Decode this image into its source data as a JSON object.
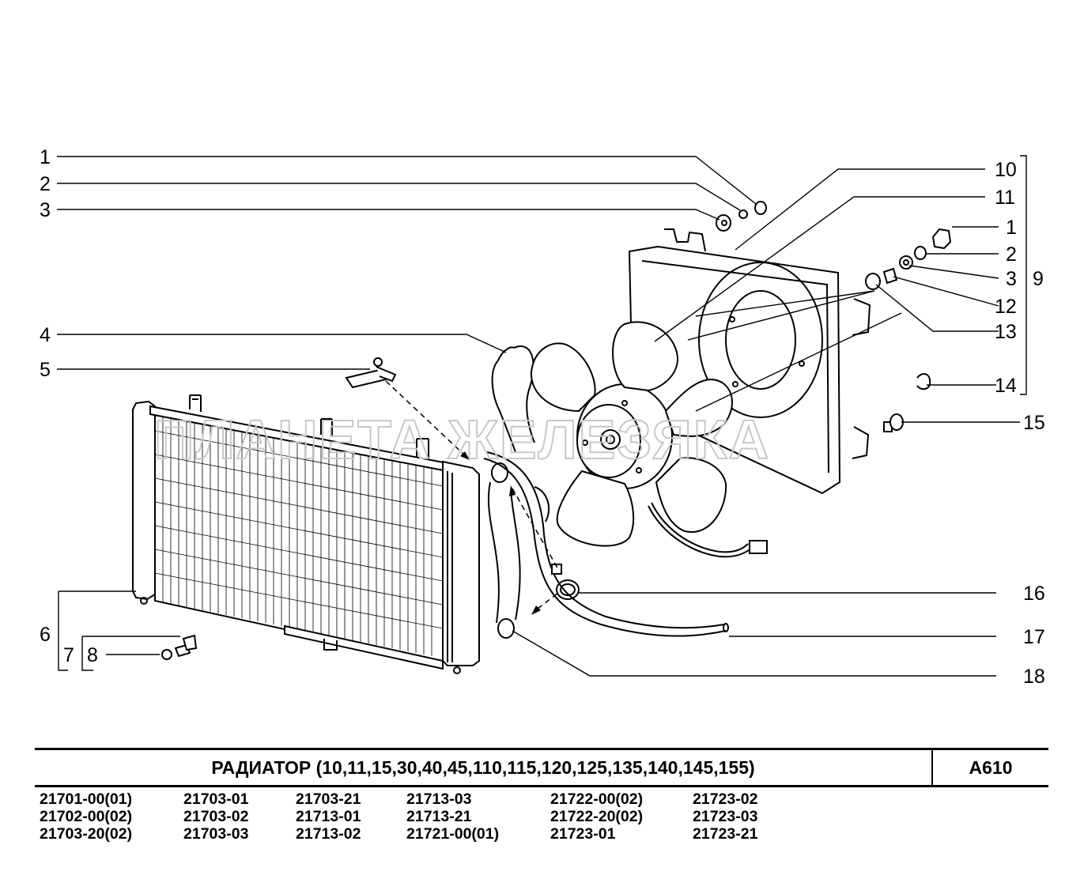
{
  "watermark": "ПЛАНЕТА ЖЕЛЕЗЯКА",
  "callouts": [
    "1",
    "2",
    "3",
    "4",
    "5",
    "6",
    "7",
    "8",
    "10",
    "11",
    "1",
    "2",
    "3",
    "9",
    "12",
    "13",
    "14",
    "15",
    "16",
    "17",
    "18"
  ],
  "title": "РАДИАТОР  (10,11,15,30,40,45,110,115,120,125,135,140,145,155)",
  "code": "A610",
  "models": [
    [
      "21701-00(01)",
      "21702-00(02)",
      "21703-20(02)"
    ],
    [
      "21703-01",
      "21703-02",
      "21703-03"
    ],
    [
      "21703-21",
      "21713-01",
      "21713-02"
    ],
    [
      "21713-03",
      "21713-21",
      "21721-00(01)"
    ],
    [
      "21722-00(02)",
      "21722-20(02)",
      "21723-01"
    ],
    [
      "21723-02",
      "21723-03",
      "21723-21"
    ]
  ]
}
